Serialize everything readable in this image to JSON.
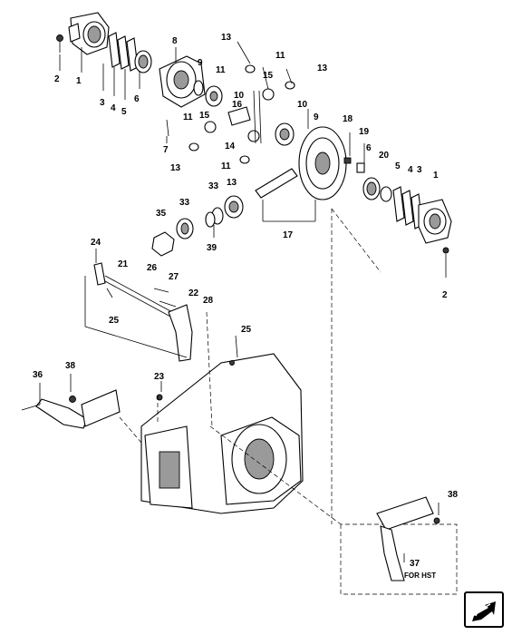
{
  "diagram": {
    "callouts": {
      "c_1a": "1",
      "c_2a": "2",
      "c_3a": "3",
      "c_4a": "4",
      "c_5a": "5",
      "c_6a": "6",
      "c_8": "8",
      "c_9a": "9",
      "c_13a": "13",
      "c_11a": "11",
      "c_10a": "10",
      "c_16": "16",
      "c_11b": "11",
      "c_15a": "15",
      "c_11c": "11",
      "c_15b": "15",
      "c_13b": "13",
      "c_10b": "10",
      "c_9b": "9",
      "c_7": "7",
      "c_13c": "13",
      "c_14": "14",
      "c_11d": "11",
      "c_13d": "13",
      "c_18": "18",
      "c_19": "19",
      "c_6b": "6",
      "c_20": "20",
      "c_5b": "5",
      "c_4b": "4",
      "c_3b": "3",
      "c_1b": "1",
      "c_2b": "2",
      "c_35": "35",
      "c_33a": "33",
      "c_33b": "33",
      "c_39": "39",
      "c_17": "17",
      "c_24": "24",
      "c_21": "21",
      "c_26": "26",
      "c_27": "27",
      "c_22": "22",
      "c_28": "28",
      "c_25a": "25",
      "c_25b": "25",
      "c_36": "36",
      "c_38a": "38",
      "c_23": "23",
      "c_38b": "38",
      "c_37": "37"
    },
    "note_for_hst": "FOR HST"
  },
  "colors": {
    "ink": "#000000",
    "paper": "#ffffff",
    "shade": "#9a9a9a"
  },
  "nav": {
    "icon": "arrow-down-left-icon"
  }
}
